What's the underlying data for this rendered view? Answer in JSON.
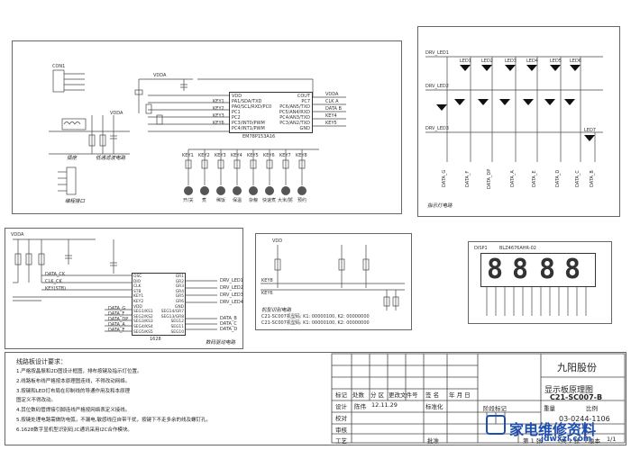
{
  "power_section": {
    "connector_label": "CON1",
    "chip_pins_left": [
      "VDD",
      "PA1/SDA/TXD",
      "PA0/SCL/RXD/PC0",
      "PC1",
      "PC2",
      "PC3/INT0/PWM",
      "PC4/INT1/PWM"
    ],
    "chip_pins_right": [
      "COUT",
      "PC7",
      "PC6/AN5/TXD",
      "PC5/AN4/RXD",
      "PC4/AN3/TXD",
      "PC3/AN2/TXD",
      "GND"
    ],
    "chip_label": "EM78P153A16",
    "right_nets": [
      "VDDA",
      "CLK A",
      "DATA B",
      "KEY4",
      "KEY5"
    ],
    "left_nets": [
      "KEY1",
      "KEY2",
      "KEY3",
      "KEY6"
    ],
    "vdd_labels": [
      "VDDA",
      "VDDA"
    ],
    "section_cap_left": "插座",
    "section_cap_mid": "低通滤波电路",
    "section_cap_bottom": "编程接口",
    "keys": [
      {
        "net": "KEY1",
        "label": "开/关"
      },
      {
        "net": "KEY2",
        "label": "煮"
      },
      {
        "net": "KEY3",
        "label": "稀饭"
      },
      {
        "net": "KEY4",
        "label": "保温"
      },
      {
        "net": "KEY5",
        "label": "杂粮"
      },
      {
        "net": "KEY6",
        "label": "快速煮"
      },
      {
        "net": "KEY7",
        "label": "大米/粥"
      },
      {
        "net": "KEY8",
        "label": "预约"
      }
    ]
  },
  "led_section": {
    "top_net": "DRV_LED1",
    "mid_net": "DRV_LED2",
    "bottom_net": "DRV_LED3",
    "led_labels": [
      "LED1",
      "LED2",
      "LED3",
      "LED4",
      "LED5",
      "LED6",
      "LED7"
    ],
    "column_nets": [
      "DATA_G",
      "DATA_F",
      "DATA_DP",
      "DATA_A",
      "DATA_E",
      "DATA_D",
      "DATA_C",
      "DATA_B"
    ],
    "caption": "指示灯电路"
  },
  "display_section": {
    "vdd_label": "VDDA",
    "data_nets": [
      "DATA_CK",
      "CLK_CK"
    ],
    "key_net": "KEY(STB)",
    "chip_pins_left": [
      "OSC",
      "DIO",
      "CLK",
      "STB",
      "KEY1",
      "KEY2",
      "VDD",
      "SEG1/KS1",
      "SEG2/KS2",
      "SEG3/KS3",
      "SEG4/KS4",
      "SEG5/KS5"
    ],
    "chip_pins_right": [
      "GR1",
      "GR2",
      "GR3",
      "GR4",
      "GR5",
      "GR6",
      "GND",
      "SEG14/GR7",
      "SEG13/GR8",
      "SEG12",
      "SEG11",
      "SEG10"
    ],
    "chip_label": "1628",
    "right_nets": [
      "DRV_LED1",
      "DRV_LED2",
      "DRV_LED3",
      "DRV_LED4"
    ],
    "left_nets": [
      "DATA_G",
      "DATA_F",
      "DATA_DP",
      "DATA_A",
      "DATA_E"
    ],
    "bottom_right_nets": [
      "DATA_B",
      "DATA_C",
      "DATA_D"
    ],
    "caption": "数码驱动电路"
  },
  "model_section": {
    "vdd_label": "VDD",
    "nets": [
      "KEY8",
      "KEY6"
    ],
    "caption": "机型识别电路",
    "line1": "C21-SC007机型码: K1: 00000100, K2: 00000000",
    "line2": "C21-SC007机型码: K1: 00000100, K2: 00000000"
  },
  "seg_display": {
    "label": "DISP1",
    "part": "BLZ4676AHR-02",
    "digits": [
      "8",
      "8",
      "8",
      "8"
    ]
  },
  "notes": {
    "title": "线路板设计要求：",
    "items": [
      "1.严格按晶振和2D图设计框图，排布按键及指示灯位置。",
      "2.线路板布线严格按本原理图连线，不得改动网络。",
      "3.按键和LED灯布局在印制线的导通作用及和本原理",
      "  图定义不得改动。",
      "4.其位数码管焊接引脚连线严格按网络表定义接线。",
      "5.按键处理电路需做防电弧，不漏电,敏感线应自带干扰，按键下不走多余的线及螺钉孔。",
      "6.1628数字显机型识别码,IC通讯采用I2C合作模块。"
    ]
  },
  "title_block": {
    "company": "九阳股份",
    "doc_title": "显示板原理图",
    "model": "C21-SC007-B",
    "drawing_no": "03-0244-1106",
    "header_labels": [
      "标记",
      "处数",
      "分 区",
      "更改文件号",
      "签 名",
      "年 月 日"
    ],
    "design_label": "设计",
    "designer": "陈伟",
    "design_date": "12.11.29",
    "standard_label": "标准化",
    "check_label": "校对",
    "review_label": "审核",
    "process_label": "工艺",
    "approve_label": "批准",
    "stage_label": "阶段标记",
    "weight_label": "重量",
    "scale_label": "比例",
    "sheet_label": "第 1 张",
    "total_label": "共 1 张",
    "version_label": "版本",
    "version": "1/1"
  },
  "watermark": {
    "text": "家电维修资料",
    "sub": "jdwxzl.com"
  },
  "colors": {
    "line": "#333333",
    "led_fill": "#111111",
    "watermark": "#1e4fb0"
  }
}
